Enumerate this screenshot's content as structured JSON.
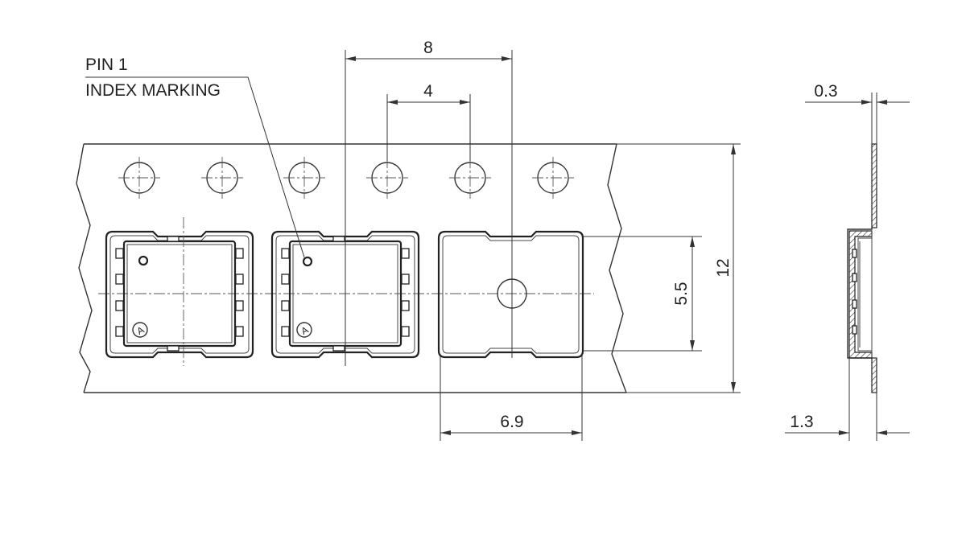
{
  "labels": {
    "pin1_line1": "PIN 1",
    "pin1_line2": "INDEX MARKING",
    "pin1_marker": "A",
    "pin2_marker": "A"
  },
  "dimensions": {
    "pitch_sprocket": "8",
    "pitch_component": "4",
    "tape_width": "12",
    "pocket_height": "5.5",
    "pocket_width": "6.9",
    "tape_thickness": "0.3",
    "pocket_depth": "1.3"
  },
  "colors": {
    "line": "#333333",
    "background": "#ffffff"
  }
}
